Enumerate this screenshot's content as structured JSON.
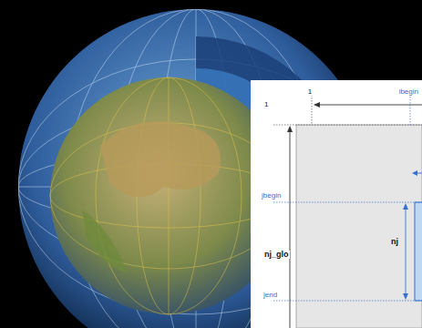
{
  "diagram": {
    "labels": [
      "1",
      "ibegin",
      "1",
      "jbegin",
      "nj_glo",
      "nj",
      "jend"
    ]
  }
}
